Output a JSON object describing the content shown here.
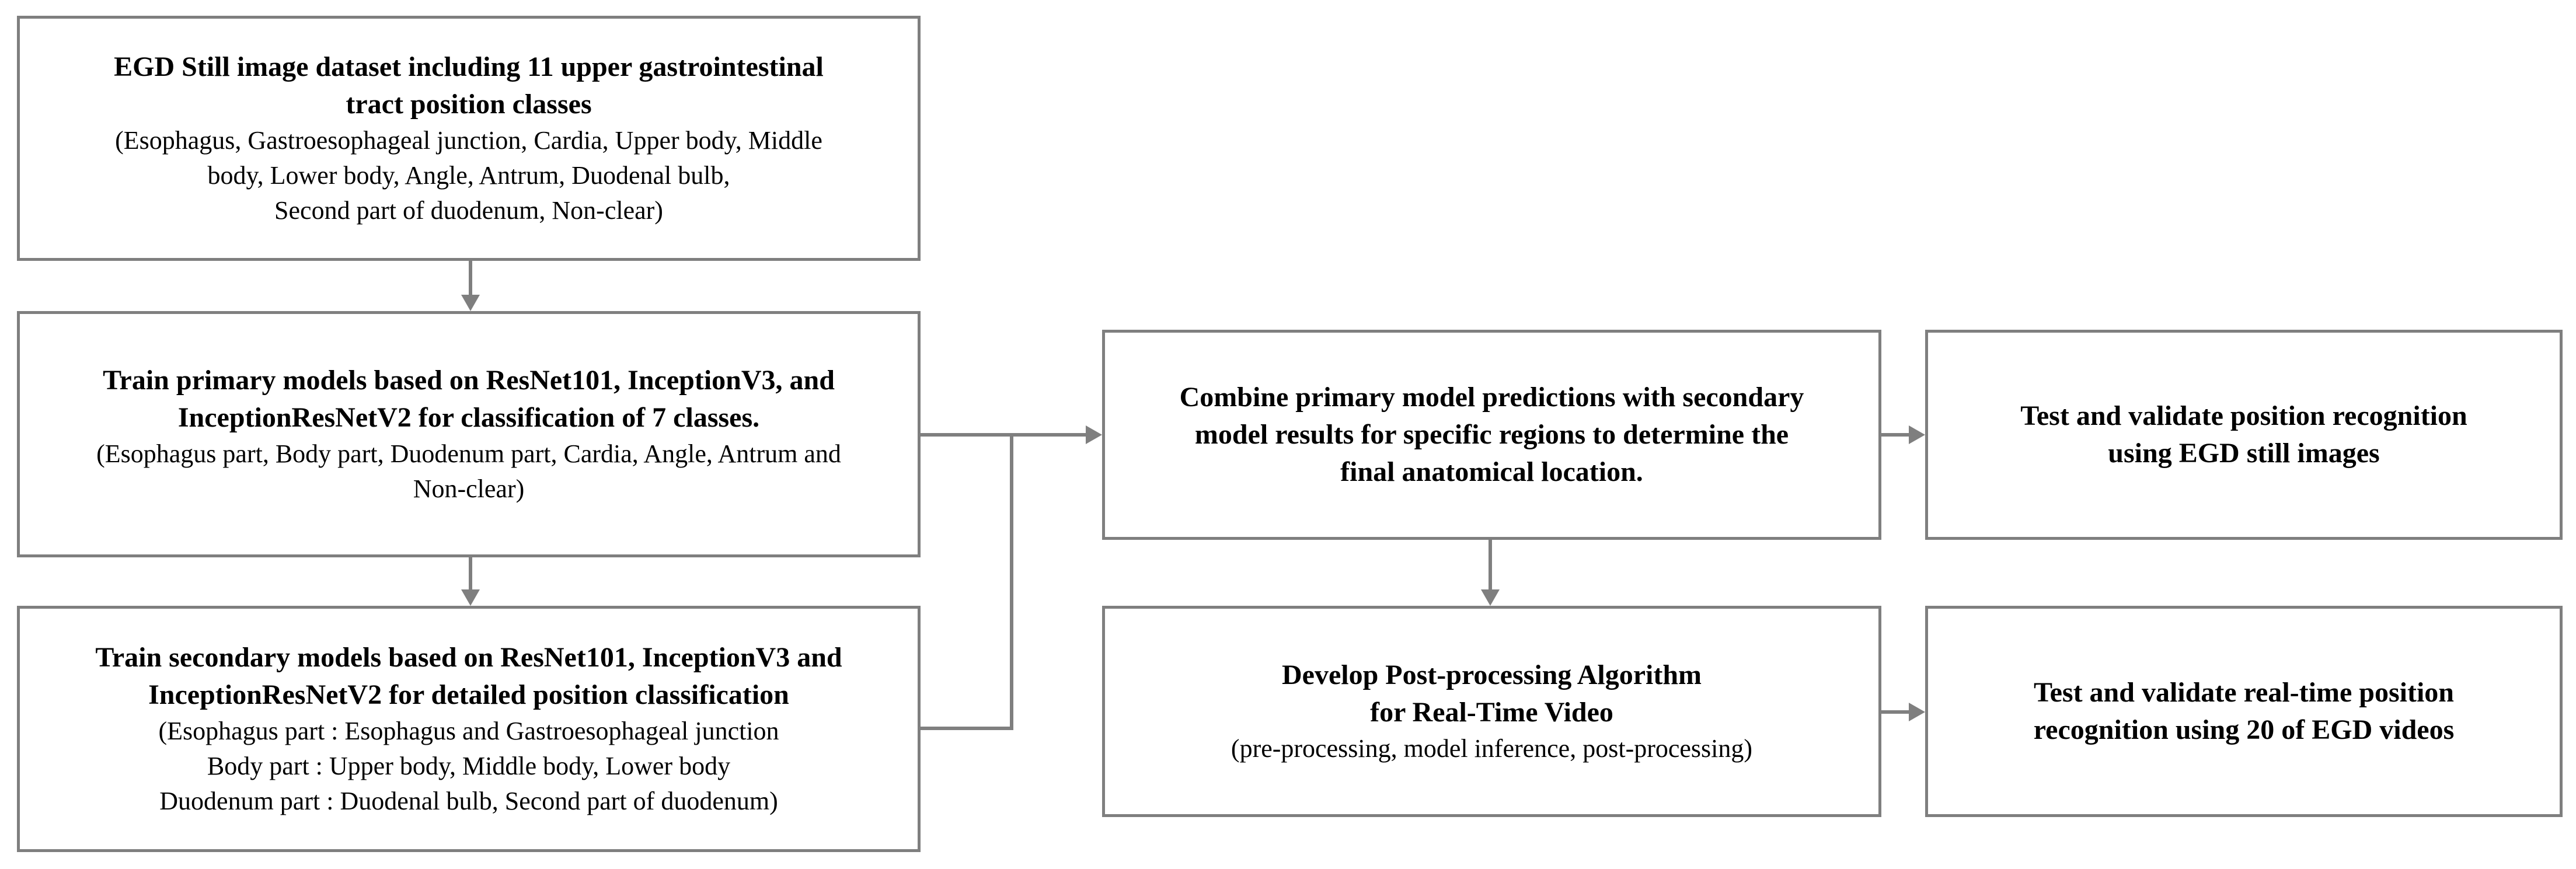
{
  "boxes": {
    "dataset": {
      "title": [
        "EGD Still image dataset including 11 upper gastrointestinal",
        "tract position classes"
      ],
      "sub": [
        "(Esophagus, Gastroesophageal junction, Cardia, Upper body, Middle",
        "body, Lower body, Angle, Antrum, Duodenal bulb,",
        "Second part of duodenum, Non-clear)"
      ]
    },
    "primary": {
      "title": [
        "Train primary models based on ResNet101, InceptionV3, and",
        "InceptionResNetV2 for classification of 7 classes."
      ],
      "sub": [
        "(Esophagus part, Body part, Duodenum part, Cardia, Angle, Antrum and",
        "Non-clear)"
      ]
    },
    "secondary": {
      "title": [
        "Train secondary models based on ResNet101, InceptionV3 and",
        "InceptionResNetV2 for detailed position classification"
      ],
      "sub": [
        "(Esophagus part : Esophagus and Gastroesophageal junction",
        "Body part : Upper body, Middle body, Lower body",
        "Duodenum part : Duodenal bulb, Second part of duodenum)"
      ]
    },
    "combine": {
      "title": [
        "Combine primary model predictions with secondary",
        "model results for specific regions to determine the",
        "final anatomical location."
      ]
    },
    "postproc": {
      "title": [
        "Develop Post-processing Algorithm",
        "for Real-Time Video"
      ],
      "sub": [
        "(pre-processing, model inference, post-processing)"
      ]
    },
    "test_still": {
      "title": [
        "Test and validate position recognition",
        "using EGD still images"
      ]
    },
    "test_video": {
      "title": [
        "Test and validate real-time position",
        "recognition using 20 of EGD videos"
      ]
    }
  },
  "colors": {
    "stroke": "#7f7f7f",
    "text": "#000000",
    "background": "#ffffff"
  }
}
